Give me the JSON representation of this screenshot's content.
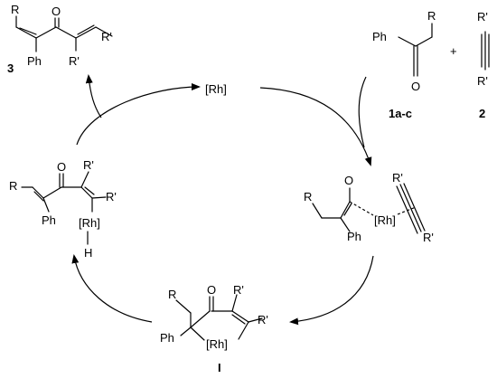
{
  "scheme": {
    "catalyst": "[Rh]",
    "reagent_1": {
      "number": "1a-c",
      "labels": [
        "Ph",
        "R",
        "O"
      ]
    },
    "plus": "+",
    "reagent_2": {
      "number": "2",
      "labels": [
        "R'",
        "R'"
      ]
    },
    "complex": {
      "labels": [
        "R",
        "O",
        "[Rh]",
        "Ph",
        "R'",
        "R'"
      ]
    },
    "intermediate_I": {
      "number": "I",
      "labels": [
        "R",
        "O",
        "R'",
        "Ph",
        "[Rh]",
        "R'"
      ]
    },
    "hydride": {
      "labels": [
        "R",
        "O",
        "R'",
        "R'",
        "Ph",
        "[Rh]",
        "H"
      ]
    },
    "product_3": {
      "number": "3",
      "labels": [
        "R",
        "O",
        "R'",
        "Ph",
        "R'"
      ]
    }
  }
}
